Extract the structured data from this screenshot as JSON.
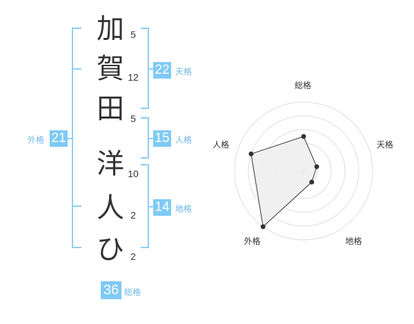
{
  "name": {
    "chars": [
      "加",
      "賀",
      "田",
      "洋",
      "人",
      "ひ"
    ],
    "strokes": [
      "5",
      "12",
      "5",
      "10",
      "2",
      "2"
    ]
  },
  "scores": {
    "tenkaku": {
      "value": "22",
      "label": "天格"
    },
    "jinkaku": {
      "value": "15",
      "label": "人格"
    },
    "chikaku": {
      "value": "14",
      "label": "地格"
    },
    "gaikaku": {
      "value": "21",
      "label": "外格"
    },
    "soukaku": {
      "value": "36",
      "label": "総格"
    }
  },
  "chart_data": {
    "type": "radar",
    "axes": [
      "総格",
      "天格",
      "地格",
      "外格",
      "人格"
    ],
    "values": [
      2.5,
      1,
      1,
      5,
      4
    ],
    "rings": 5,
    "ylim": [
      0,
      5
    ],
    "grid": true
  },
  "colors": {
    "accent": "#7fcaf6",
    "bracket": "#8fcdf2",
    "label": "#6fb6e6",
    "text": "#333333",
    "radar_fill": "#eeeeee"
  }
}
